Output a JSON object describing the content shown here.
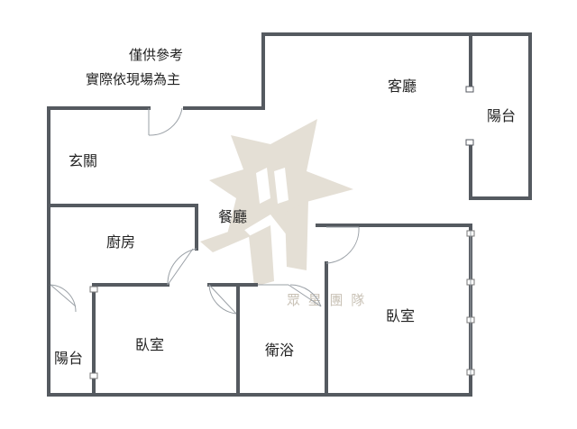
{
  "notes": {
    "line1": "僅供參考",
    "line2": "實際依現場為主"
  },
  "rooms": {
    "living": "客廳",
    "balcony_right": "陽台",
    "entry": "玄關",
    "dining": "餐廳",
    "kitchen": "廚房",
    "bedroom_right": "臥室",
    "bedroom_left": "臥室",
    "bathroom": "衛浴",
    "balcony_left": "陽台"
  },
  "watermark": {
    "text": "眾 星 團 隊"
  },
  "colors": {
    "wall": "#555a60",
    "watermark": "#d8d2c6",
    "background": "#ffffff"
  }
}
